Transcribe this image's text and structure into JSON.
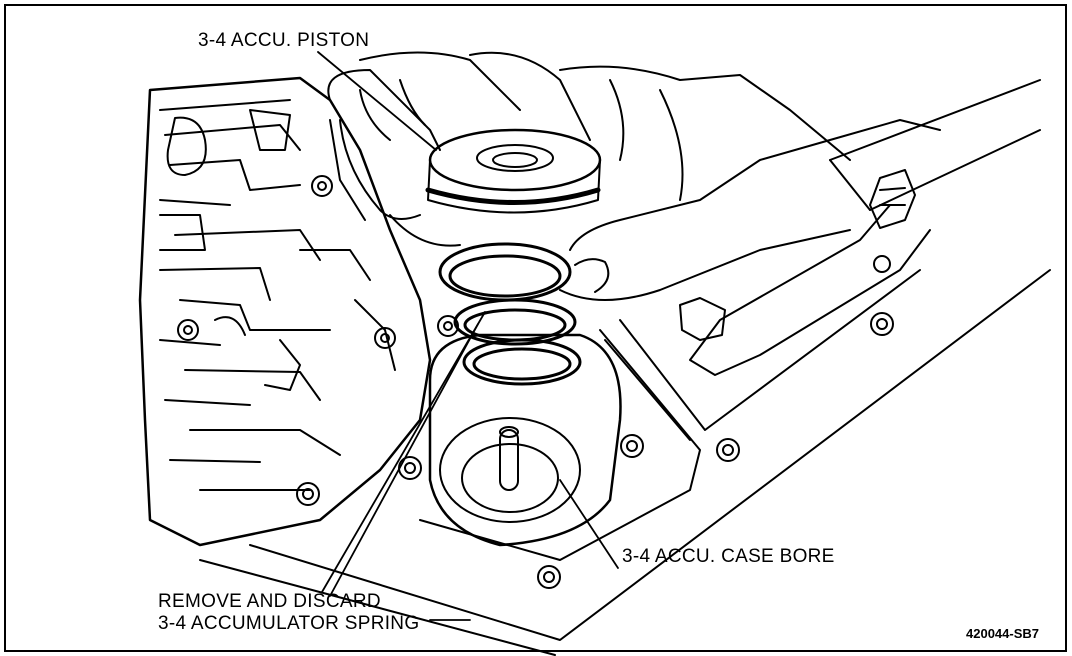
{
  "labels": {
    "piston": "3-4 ACCU. PISTON",
    "case_bore": "3-4 ACCU. CASE BORE",
    "spring_line1": "REMOVE AND DISCARD",
    "spring_line2": "3-4 ACCUMULATOR SPRING"
  },
  "figure_code": "420044-SB7"
}
